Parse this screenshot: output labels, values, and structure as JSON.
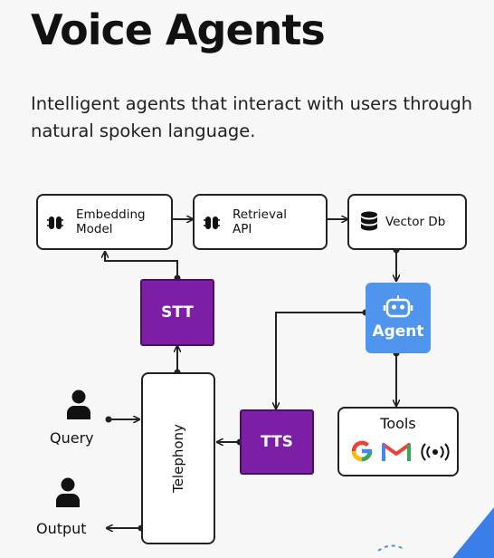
{
  "title": "Voice Agents",
  "subtitle": "Intelligent agents that interact with users through natural spoken language.",
  "nodes": {
    "embedding": "Embedding Model",
    "retrieval": "Retrieval API",
    "vectordb": "Vector Db",
    "stt": "STT",
    "agent": "Agent",
    "tts": "TTS",
    "tools": "Tools",
    "telephony": "Telephony",
    "query": "Query",
    "output": "Output"
  },
  "colors": {
    "purple_block": "#7d1fa6",
    "agent_blue": "#4f95ee",
    "line": "#222222"
  },
  "icons": {
    "embedding": "brain-chip-icon",
    "retrieval": "brain-chip-icon",
    "vectordb": "database-icon",
    "agent": "robot-icon",
    "tools": [
      "google-g-icon",
      "gmail-m-icon",
      "broadcast-icon"
    ],
    "users": "person-icon"
  }
}
